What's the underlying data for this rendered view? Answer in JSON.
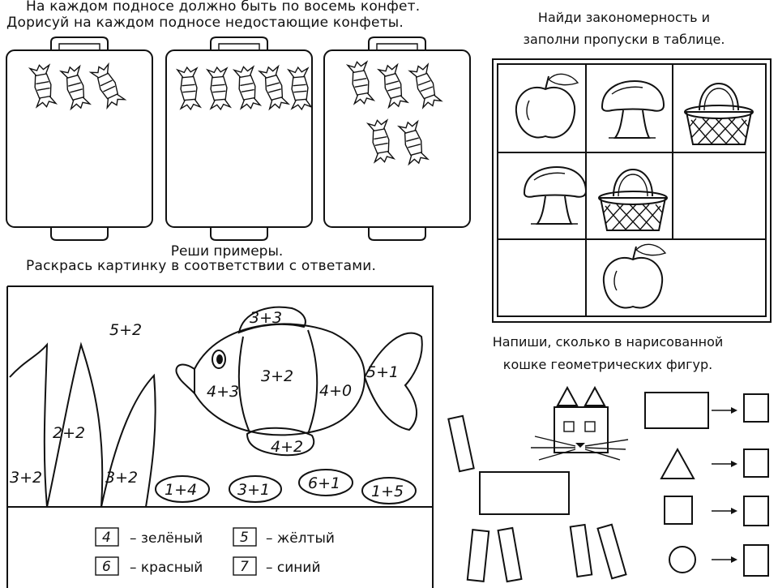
{
  "candy_task": {
    "line1": "На каждом подносе должно быть по восемь конфет.",
    "line2": "Дорисуй на каждом подносе недостающие конфеты.",
    "trays": [
      {
        "candies": 3
      },
      {
        "candies": 5
      },
      {
        "candies": 5
      }
    ]
  },
  "pattern_task": {
    "line1": "Найди закономерность и",
    "line2": "заполни пропуски в таблице.",
    "grid": [
      [
        "apple",
        "mushroom",
        "basket"
      ],
      [
        "mushroom",
        "basket",
        ""
      ],
      [
        "",
        "apple",
        ""
      ]
    ]
  },
  "color_task": {
    "line1": "Реши примеры.",
    "line2": "Раскрась картинку в соответствии с ответами.",
    "labels": {
      "sky": "5+2",
      "fin_top": "3+3",
      "body_left": "4+3",
      "body_mid": "3+2",
      "body_right": "4+0",
      "tail": "5+1",
      "fin_bottom": "4+2",
      "leaf_mid": "2+2",
      "leaf_left": "3+2",
      "leaf_right": "3+2",
      "stone1": "1+4",
      "stone2": "3+1",
      "stone3": "6+1",
      "stone4": "1+5"
    },
    "legend": [
      {
        "num": "4",
        "text": "– зелёный"
      },
      {
        "num": "5",
        "text": "– жёлтый"
      },
      {
        "num": "6",
        "text": "– красный"
      },
      {
        "num": "7",
        "text": "– синий"
      }
    ]
  },
  "cat_task": {
    "line1": "Напиши, сколько  в нарисованной",
    "line2": "кошке геометрических фигур.",
    "shapes": [
      "rectangle",
      "triangle",
      "square",
      "circle"
    ]
  }
}
